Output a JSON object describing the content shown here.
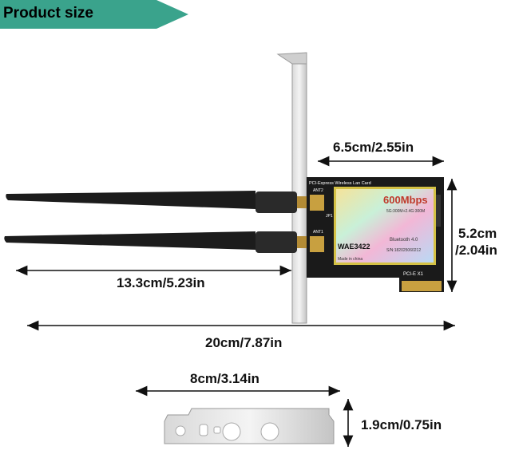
{
  "banner": {
    "title": "Product size"
  },
  "dimensions": {
    "card_width": "6.5cm/2.55in",
    "card_height_cm": "5.2cm",
    "card_height_in": "/2.04in",
    "antenna_length": "13.3cm/5.23in",
    "total_length": "20cm/7.87in",
    "bracket_width": "8cm/3.14in",
    "bracket_height": "1.9cm/0.75in"
  },
  "card": {
    "header": "PCI-Express Wireless Lan Card",
    "speed": "600Mbps",
    "band": "5G:300M+2.4G:300M",
    "bluetooth": "Bluetooth 4.0",
    "model": "WAE3422",
    "serial": "S/N:182025060212",
    "made": "Made in china",
    "slot": "PCI-E X1",
    "ant_label_1": "ANT2",
    "ant_label_2": "ANT1",
    "jp_label": "JP1"
  },
  "colors": {
    "banner": "#3aa38c",
    "pcb": "#1a1a1a",
    "antenna": "#1c1c1c",
    "gold": "#c8a040"
  }
}
